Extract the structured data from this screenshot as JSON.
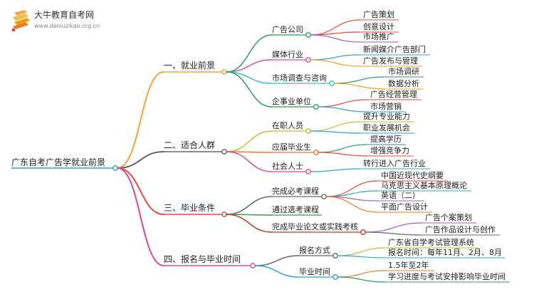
{
  "logo": {
    "name": "大牛教育自考网",
    "url": "www.daniuzikao.org.cn"
  },
  "root": "广东自考广告学就业前景",
  "branches": [
    {
      "label": "一、就业前景",
      "color": "#f7a23a",
      "children": [
        {
          "label": "广告公司",
          "color": "#2e9e5b",
          "children": [
            "广告策划",
            "创意设计",
            "市场推广"
          ],
          "child_colors": [
            "#e54b3c",
            "#e54b3c",
            "#a05cc9"
          ]
        },
        {
          "label": "媒体行业",
          "color": "#d64b9c",
          "children": [
            "新闻媒介广告部门",
            "广告发布与管理"
          ],
          "child_colors": [
            "#2ba6c9",
            "#f0a020"
          ]
        },
        {
          "label": "市场调查与咨询",
          "color": "#2ec0d0",
          "children": [
            "市场调研",
            "数据分析"
          ],
          "child_colors": [
            "#2e9e5b",
            "#f0a020"
          ]
        },
        {
          "label": "企事业单位",
          "color": "#2e9e5b",
          "children": [
            "广告经营管理",
            "市场营销"
          ],
          "child_colors": [
            "#e54b3c",
            "#2ba6c9"
          ]
        }
      ]
    },
    {
      "label": "二、适合人群",
      "color": "#666666",
      "children": [
        {
          "label": "在职人员",
          "color": "#b8c22a",
          "children": [
            "提升专业能力",
            "职业发展机会"
          ],
          "child_colors": [
            "#b8c22a",
            "#2ba6c9"
          ]
        },
        {
          "label": "应届毕业生",
          "color": "#f07a20",
          "children": [
            "提高学历",
            "增强竞争力"
          ],
          "child_colors": [
            "#2e9e5b",
            "#e54b3c"
          ]
        },
        {
          "label": "社会人士",
          "color": "#d64b9c",
          "children": [
            "转行进入广告行业"
          ],
          "child_colors": [
            "#2ba6c9"
          ]
        }
      ]
    },
    {
      "label": "三、毕业条件",
      "color": "#e54b3c",
      "children": [
        {
          "label": "完成必考课程",
          "color": "#666666",
          "children": [
            "中国近现代史纲要",
            "马克思主义基本原理概论",
            "英语（二）",
            "平面广告设计"
          ],
          "child_colors": [
            "#e54b3c",
            "#2ba6c9",
            "#a05cc9",
            "#f07a20"
          ]
        },
        {
          "label": "通过选考课程",
          "color": "#2e9e5b",
          "children": [],
          "child_colors": []
        },
        {
          "label": "完成毕业论文或实践考核",
          "color": "#c0392b",
          "children": [
            "广告个案策划",
            "广告作品设计与创作"
          ],
          "child_colors": [
            "#a05cc9",
            "#666666"
          ]
        }
      ]
    },
    {
      "label": "四、报名与毕业时间",
      "color": "#d64b9c",
      "children": [
        {
          "label": "报名方式",
          "color": "#666666",
          "children": [
            "广东省自学考试管理系统",
            "报名时间：每年11月、2月、8月"
          ],
          "child_colors": [
            "#b8c22a",
            "#2ba6c9"
          ]
        },
        {
          "label": "毕业时间",
          "color": "#2ba6c9",
          "children": [
            "1.5年至2年",
            "学习进度与考试安排影响毕业时间"
          ],
          "child_colors": [
            "#f07a20",
            "#2e9e5b"
          ]
        }
      ]
    }
  ]
}
